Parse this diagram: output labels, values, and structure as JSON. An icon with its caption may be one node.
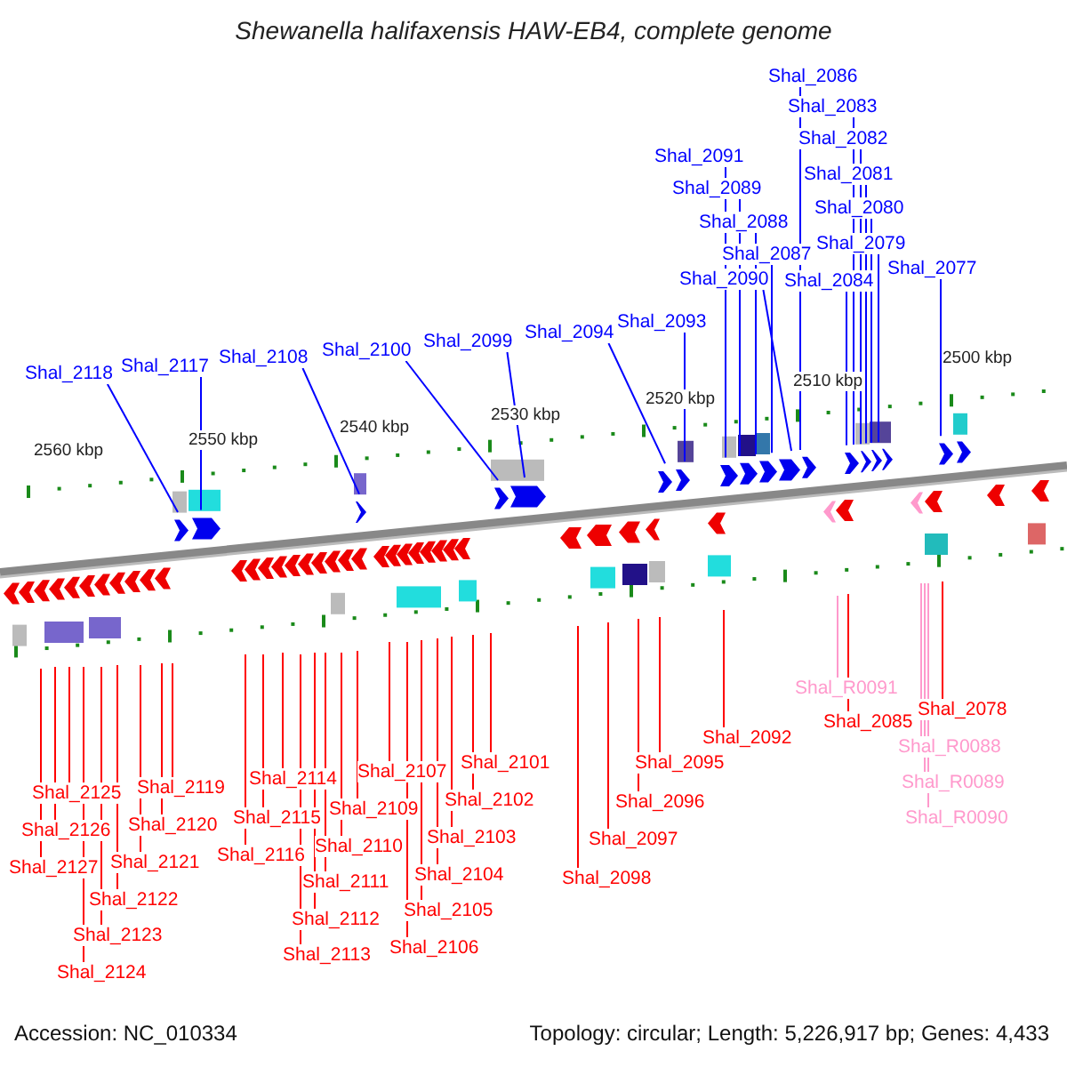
{
  "diagram": {
    "title": "Shewanella halifaxensis HAW-EB4, complete genome",
    "nodes": [
      {
        "text": [
          "Shal_2086"
        ]
      },
      {
        "text": [
          "Shal_2083"
        ]
      },
      {
        "text": [
          "Shal_2082"
        ]
      },
      {
        "text": [
          "Shal_2091"
        ]
      },
      {
        "text": [
          "Shal_2081"
        ]
      },
      {
        "text": [
          "Shal_2089"
        ]
      },
      {
        "text": [
          "Shal_2080"
        ]
      },
      {
        "text": [
          "Shal_2088"
        ]
      },
      {
        "text": [
          "Shal_2079"
        ]
      },
      {
        "text": [
          "Shal_2087"
        ]
      },
      {
        "text": [
          "Shal_2077"
        ]
      },
      {
        "text": [
          "Shal_2090"
        ]
      },
      {
        "text": [
          "Shal_2084"
        ]
      },
      {
        "text": [
          "Shal_2093"
        ]
      },
      {
        "text": [
          "Shal_2094"
        ]
      },
      {
        "text": [
          "Shal_2099"
        ]
      },
      {
        "text": [
          "Shal_2100"
        ]
      },
      {
        "text": [
          "Shal_2108"
        ]
      },
      {
        "text": [
          "Shal_2117"
        ]
      },
      {
        "text": [
          "Shal_2118"
        ]
      },
      {
        "text": [
          "Shal_R0091"
        ]
      },
      {
        "text": [
          "Shal_2078"
        ]
      },
      {
        "text": [
          "Shal_2085"
        ]
      },
      {
        "text": [
          "Shal_2092"
        ]
      },
      {
        "text": [
          "Shal_R0088"
        ]
      },
      {
        "text": [
          "Shal_2095"
        ]
      },
      {
        "text": [
          "Shal_2101"
        ]
      },
      {
        "text": [
          "Shal_2107"
        ]
      },
      {
        "text": [
          "Shal_2114"
        ]
      },
      {
        "text": [
          "Shal_R0089"
        ]
      },
      {
        "text": [
          "Shal_2119"
        ]
      },
      {
        "text": [
          "Shal_2125"
        ]
      },
      {
        "text": [
          "Shal_2102"
        ]
      },
      {
        "text": [
          "Shal_2096"
        ]
      },
      {
        "text": [
          "Shal_2109"
        ]
      },
      {
        "text": [
          "Shal_2115"
        ]
      },
      {
        "text": [
          "Shal_R0090"
        ]
      },
      {
        "text": [
          "Shal_2120"
        ]
      },
      {
        "text": [
          "Shal_2126"
        ]
      },
      {
        "text": [
          "Shal_2103"
        ]
      },
      {
        "text": [
          "Shal_2097"
        ]
      },
      {
        "text": [
          "Shal_2110"
        ]
      },
      {
        "text": [
          "Shal_2116"
        ]
      },
      {
        "text": [
          "Shal_2121"
        ]
      },
      {
        "text": [
          "Shal_2127"
        ]
      },
      {
        "text": [
          "Shal_2104"
        ]
      },
      {
        "text": [
          "Shal_2098"
        ]
      },
      {
        "text": [
          "Shal_2111"
        ]
      },
      {
        "text": [
          "Shal_2122"
        ]
      },
      {
        "text": [
          "Shal_2105"
        ]
      },
      {
        "text": [
          "Shal_2112"
        ]
      },
      {
        "text": [
          "Shal_2123"
        ]
      },
      {
        "text": [
          "Shal_2106"
        ]
      },
      {
        "text": [
          "Shal_2113"
        ]
      },
      {
        "text": [
          "Shal_2124"
        ]
      }
    ],
    "edges": [
      {
        "from": 0,
        "to": null,
        "arrow": "none",
        "color": "#0000ff"
      },
      {
        "from": 1,
        "to": null,
        "arrow": "none",
        "color": "#0000ff"
      },
      {
        "from": 2,
        "to": null,
        "arrow": "none",
        "color": "#0000ff"
      },
      {
        "from": 3,
        "to": null,
        "arrow": "none",
        "color": "#0000ff"
      },
      {
        "from": 4,
        "to": null,
        "arrow": "none",
        "color": "#0000ff"
      },
      {
        "from": 5,
        "to": null,
        "arrow": "none",
        "color": "#0000ff"
      },
      {
        "from": 6,
        "to": null,
        "arrow": "none",
        "color": "#0000ff"
      },
      {
        "from": 7,
        "to": null,
        "arrow": "none",
        "color": "#0000ff"
      },
      {
        "from": 8,
        "to": null,
        "arrow": "none",
        "color": "#0000ff"
      },
      {
        "from": 9,
        "to": null,
        "arrow": "none",
        "color": "#0000ff"
      },
      {
        "from": 10,
        "to": null,
        "arrow": "none",
        "color": "#0000ff"
      },
      {
        "from": 11,
        "to": null,
        "arrow": "none",
        "color": "#0000ff"
      },
      {
        "from": 12,
        "to": null,
        "arrow": "none",
        "color": "#0000ff"
      },
      {
        "from": 13,
        "to": null,
        "arrow": "none",
        "color": "#0000ff"
      },
      {
        "from": 14,
        "to": null,
        "arrow": "none",
        "color": "#0000ff"
      },
      {
        "from": 15,
        "to": null,
        "arrow": "none",
        "color": "#0000ff"
      },
      {
        "from": 16,
        "to": null,
        "arrow": "none",
        "color": "#0000ff"
      },
      {
        "from": 17,
        "to": null,
        "arrow": "none",
        "color": "#0000ff"
      },
      {
        "from": 18,
        "to": null,
        "arrow": "none",
        "color": "#0000ff"
      },
      {
        "from": 19,
        "to": null,
        "arrow": "none",
        "color": "#0000ff"
      },
      {
        "from": 20,
        "to": null,
        "arrow": "none",
        "color": "#ff99cc"
      },
      {
        "from": 21,
        "to": null,
        "arrow": "none"
      },
      {
        "from": 22,
        "to": null,
        "arrow": "none"
      },
      {
        "from": 23,
        "to": null,
        "arrow": "none"
      },
      {
        "from": 24,
        "to": null,
        "arrow": "none",
        "color": "#ff99cc"
      },
      {
        "from": 25,
        "to": null,
        "arrow": "none"
      },
      {
        "from": 26,
        "to": null,
        "arrow": "none"
      },
      {
        "from": 27,
        "to": null,
        "arrow": "none"
      },
      {
        "from": 28,
        "to": null,
        "arrow": "none"
      },
      {
        "from": 29,
        "to": null,
        "arrow": "none",
        "color": "#ff99cc"
      },
      {
        "from": 30,
        "to": null,
        "arrow": "none"
      },
      {
        "from": 31,
        "to": null,
        "arrow": "none"
      },
      {
        "from": 32,
        "to": null,
        "arrow": "none"
      },
      {
        "from": 33,
        "to": null,
        "arrow": "none"
      },
      {
        "from": 34,
        "to": null,
        "arrow": "none"
      },
      {
        "from": 35,
        "to": null,
        "arrow": "none"
      },
      {
        "from": 36,
        "to": null,
        "arrow": "none",
        "color": "#ff99cc"
      },
      {
        "from": 37,
        "to": null,
        "arrow": "none"
      },
      {
        "from": 38,
        "to": null,
        "arrow": "none"
      },
      {
        "from": 39,
        "to": null,
        "arrow": "none"
      },
      {
        "from": 40,
        "to": null,
        "arrow": "none"
      },
      {
        "from": 41,
        "to": null,
        "arrow": "none"
      },
      {
        "from": 42,
        "to": null,
        "arrow": "none"
      },
      {
        "from": 43,
        "to": null,
        "arrow": "none"
      },
      {
        "from": 44,
        "to": null,
        "arrow": "none"
      },
      {
        "from": 45,
        "to": null,
        "arrow": "none"
      },
      {
        "from": 46,
        "to": null,
        "arrow": "none"
      },
      {
        "from": 47,
        "to": null,
        "arrow": "none"
      },
      {
        "from": 48,
        "to": null,
        "arrow": "none"
      },
      {
        "from": 49,
        "to": null,
        "arrow": "none"
      },
      {
        "from": 50,
        "to": null,
        "arrow": "none"
      },
      {
        "from": 51,
        "to": null,
        "arrow": "none"
      },
      {
        "from": 52,
        "to": null,
        "arrow": "none"
      },
      {
        "from": 53,
        "to": null,
        "arrow": "none"
      },
      {
        "from": 54,
        "to": null,
        "arrow": "none"
      }
    ],
    "labels": [
      "2560 kbp",
      "2550 kbp",
      "2540 kbp",
      "2530 kbp",
      "2520 kbp",
      "2510 kbp",
      "2500 kbp",
      "Accession: NC_010334",
      "Topology: circular; Length: 5,226,917 bp; Genes: 4,433"
    ]
  }
}
